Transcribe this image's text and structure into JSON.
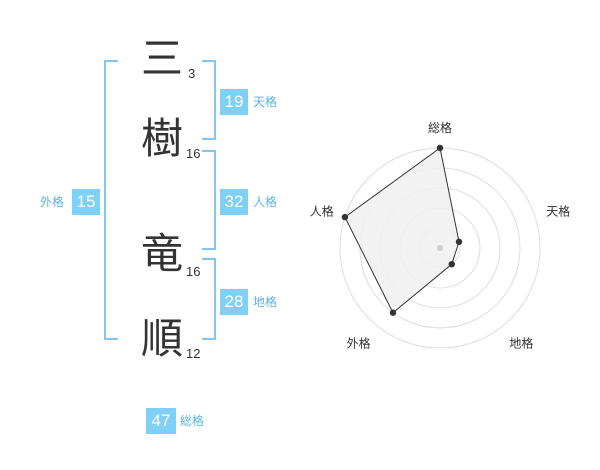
{
  "name": {
    "chars": [
      {
        "char": "三",
        "strokes": "3"
      },
      {
        "char": "樹",
        "strokes": "16"
      },
      {
        "char": "竜",
        "strokes": "16"
      },
      {
        "char": "順",
        "strokes": "12"
      }
    ]
  },
  "fortunes": {
    "tenkaku": {
      "value": "19",
      "label": "天格"
    },
    "jinkaku": {
      "value": "32",
      "label": "人格"
    },
    "chikaku": {
      "value": "28",
      "label": "地格"
    },
    "gaikaku": {
      "value": "15",
      "label": "外格"
    },
    "soukaku": {
      "value": "47",
      "label": "総格"
    }
  },
  "colors": {
    "accent": "#7fd0f7",
    "bracket": "#7fc6f0",
    "label": "#5ab4e5",
    "radar_fill": "#f0f0f0",
    "ring": "#dddddd"
  },
  "chart_data": {
    "type": "radar",
    "axes": [
      "総格",
      "天格",
      "地格",
      "外格",
      "人格"
    ],
    "values": [
      5,
      1,
      1,
      4,
      5
    ],
    "max": 5,
    "grid": true
  }
}
